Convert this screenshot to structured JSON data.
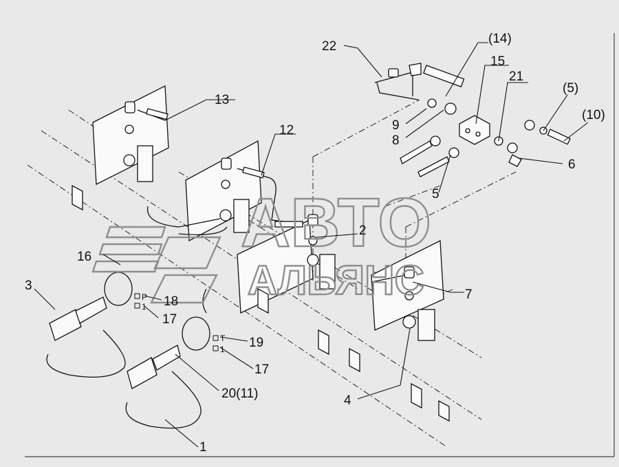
{
  "watermark": {
    "line1": "АВТО",
    "line2": "АЛЬЯНС",
    "color": "#8e8e8e"
  },
  "callouts": {
    "c1": "1",
    "c2": "2",
    "c3": "3",
    "c4": "4",
    "c5": "5",
    "c6": "6",
    "c7": "7",
    "c8": "8",
    "c9": "9",
    "c12": "12",
    "c13": "13",
    "c15": "15",
    "c16": "16",
    "c17a": "17",
    "c17b": "17",
    "c18": "18",
    "c19": "19",
    "c20": "20(11)",
    "c21": "21",
    "c22": "22",
    "c14": "(14)",
    "c5b": "(5)",
    "c10": "(10)"
  },
  "markers": {
    "p": "P",
    "one_a": "1",
    "t": "T",
    "one_b": "1"
  },
  "colors": {
    "background": "#e9e9e9",
    "line": "#111111"
  }
}
